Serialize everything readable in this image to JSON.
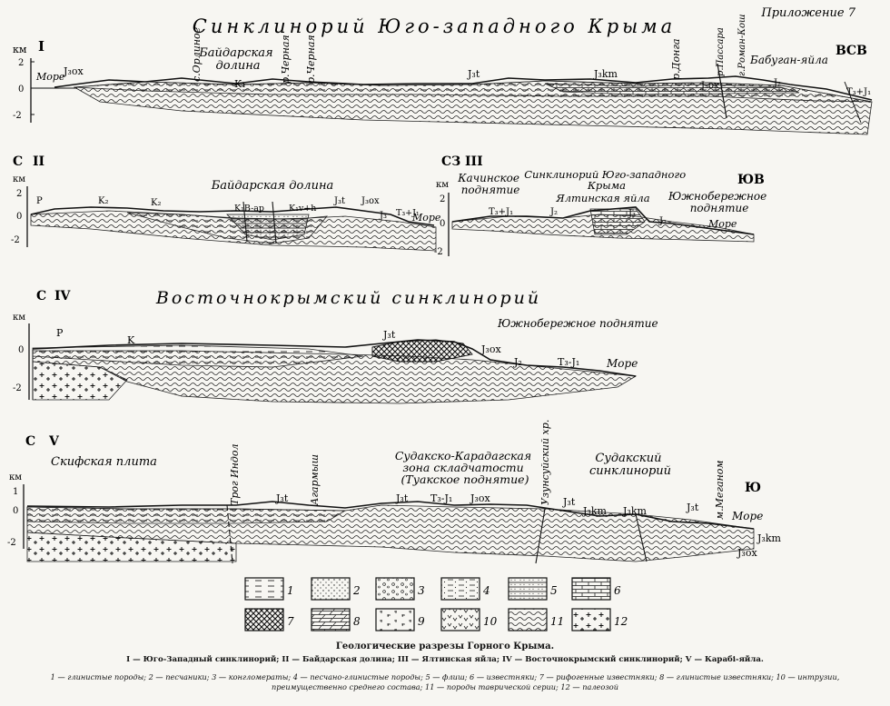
{
  "header": {
    "appendix": "Приложение 7",
    "main_title": "Синклинорий Юго-западного Крыма"
  },
  "axis": {
    "unit": "км",
    "ticks_five": [
      "2",
      "0",
      "-2"
    ],
    "ticks_small": [
      "2",
      "0",
      "-2"
    ],
    "ticks_four": [
      "0",
      "-2"
    ],
    "ticks_v": [
      "1",
      "0",
      "-2"
    ]
  },
  "sections": {
    "s1": {
      "numeral": "I",
      "right_dir": "ВСВ",
      "labels": {
        "sea": "Море",
        "j3ox_left": "J₃ox",
        "orlinoe": "с.Орлиное",
        "baidar": "Байдарская\nдолина",
        "k1": "K₁",
        "chernaya1": "р.Черная",
        "chernaya2": "р.Черная",
        "j3t": "J₃t",
        "j3km": "J₃km",
        "donga": "р.Донга",
        "passara": "р.Пассара",
        "romankosh": "г.Роман-Кош",
        "babugan": "Бабуган-яйла",
        "j3ox_right": "J₃ox",
        "j2": "J₂",
        "t3j1": "T₃+J₁"
      }
    },
    "s2": {
      "left_dir": "С",
      "numeral": "II",
      "labels": {
        "p": "P",
        "k2a": "K₂",
        "k2b": "K₂",
        "baidar": "Байдарская долина",
        "k1bap": "K₁B-ap",
        "k1vh": "K₁v+h",
        "j3t": "J₃t",
        "j3ox": "J₃ox",
        "j3": "J₃",
        "t3j1": "T₃+J₁",
        "sea": "Море"
      }
    },
    "s3": {
      "left_dir": "СЗ",
      "numeral": "III",
      "right_dir": "ЮВ",
      "labels": {
        "kacha": "Качинское\nподнятие",
        "syncl": "Синклинорий Юго-западного\nКрыма",
        "yalta": "Ялтинская яйла",
        "coastal": "Южнобережное\nподнятие",
        "t3j1": "T₃+J₁",
        "j2a": "J₂",
        "j3": "J₃",
        "j2b": "J₂",
        "sea": "Море"
      }
    },
    "s4": {
      "left_dir": "С",
      "numeral": "IV",
      "title": "Восточнокрымский    синклинорий",
      "labels": {
        "p": "P",
        "k": "K",
        "j3t": "J₃t",
        "j3ox": "J₃ox",
        "coastal": "Южнобережное поднятие",
        "j2": "J₂",
        "t3j1": "T₃-J₁",
        "sea": "Море"
      }
    },
    "s5": {
      "left_dir": "С",
      "numeral": "V",
      "right_dir": "Ю",
      "labels": {
        "scyth": "Скифская плита",
        "indol": "Трог Индол",
        "agarmysh": "Агармыш",
        "j3t_a": "J₃t",
        "sudak_zone": "Судакско-Карадагская\nзона складчатости\n(Туакское поднятие)",
        "j3t_b": "J₃t",
        "t3j1": "T₃-J₁",
        "j3ox": "J₃ox",
        "uzun": "Узунсуйский хр.",
        "j3t_c": "J₃t",
        "j3km_a": "J₃km",
        "sudak_syncl": "Судакский\nсинклинорий",
        "j3km_b": "J₃km",
        "j3t_d": "J₃t",
        "megan": "м.Меганом",
        "sea": "Море",
        "j3km_c": "J₃km",
        "j3ox_b": "J₃ox"
      }
    }
  },
  "legend": {
    "items": [
      "1",
      "2",
      "3",
      "4",
      "5",
      "6",
      "7",
      "8",
      "9",
      "10",
      "11",
      "12"
    ]
  },
  "caption": {
    "title": "Геологические разрезы Горного Крыма.",
    "sections": "I — Юго-Западный синклинорий; II — Байдарская долина; III — Ялтинская яйла; IV — Восточнокрымский синклинорий; V — Карабі-яйла.",
    "legend_text": "1 — глинистые породы; 2 — песчаники; 3 — конгломераты; 4 — песчано-глинистые породы; 5 — флиш; 6 — известняки; 7 — рифогенные известняки; 8 — глинистые известняки; 10 — интрузии, преимущественно среднего состава; 11 — породы таврической серии; 12 — палеозой"
  }
}
